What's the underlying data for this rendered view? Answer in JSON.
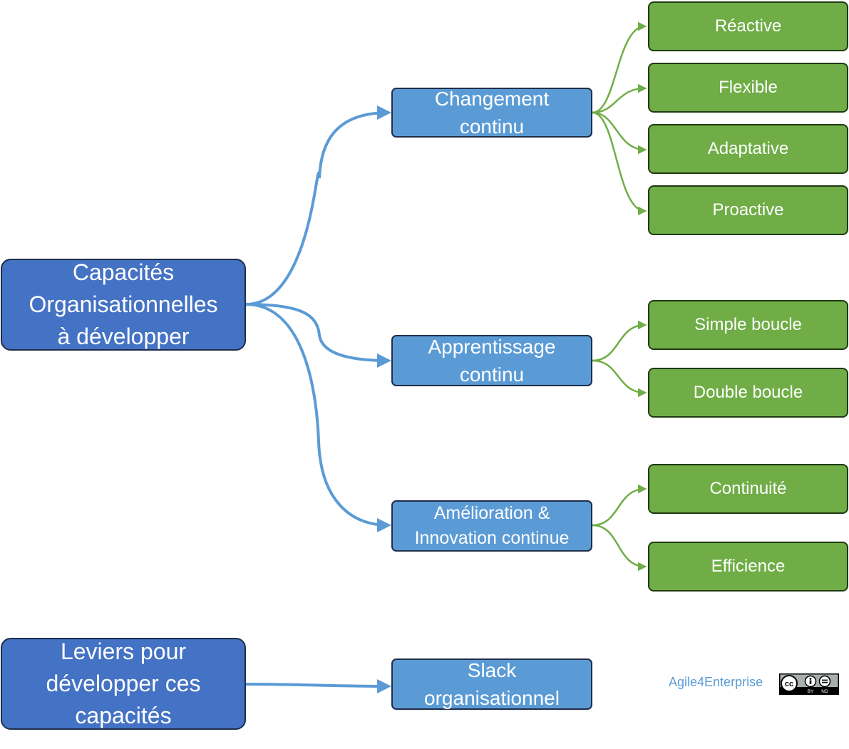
{
  "root": {
    "capacites": [
      "Capacités",
      "Organisationnelles",
      "à développer"
    ],
    "leviers": [
      "Leviers pour",
      "développer ces",
      "capacités"
    ]
  },
  "middle": {
    "changement": [
      "Changement",
      "continu"
    ],
    "apprentissage": [
      "Apprentissage",
      "continu"
    ],
    "amelioration": [
      "Amélioration &",
      "Innovation continue"
    ],
    "slack": [
      "Slack",
      "organisationnel"
    ]
  },
  "leaves": {
    "reactive": "Réactive",
    "flexible": "Flexible",
    "adaptative": "Adaptative",
    "proactive": "Proactive",
    "simple_boucle": "Simple boucle",
    "double_boucle": "Double boucle",
    "continuite": "Continuité",
    "efficience": "Efficience"
  },
  "footer": {
    "credit": "Agile4Enterprise",
    "license_icon": "cc-by-nd-icon",
    "license_labels": [
      "BY",
      "ND"
    ]
  },
  "colors": {
    "root_fill": "#4472c4",
    "middle_fill": "#5b9bd5",
    "leaf_fill": "#70ad47",
    "blue_connector": "#5b9bd5",
    "green_connector": "#70ad47",
    "credit_text": "#5b9bd5"
  }
}
